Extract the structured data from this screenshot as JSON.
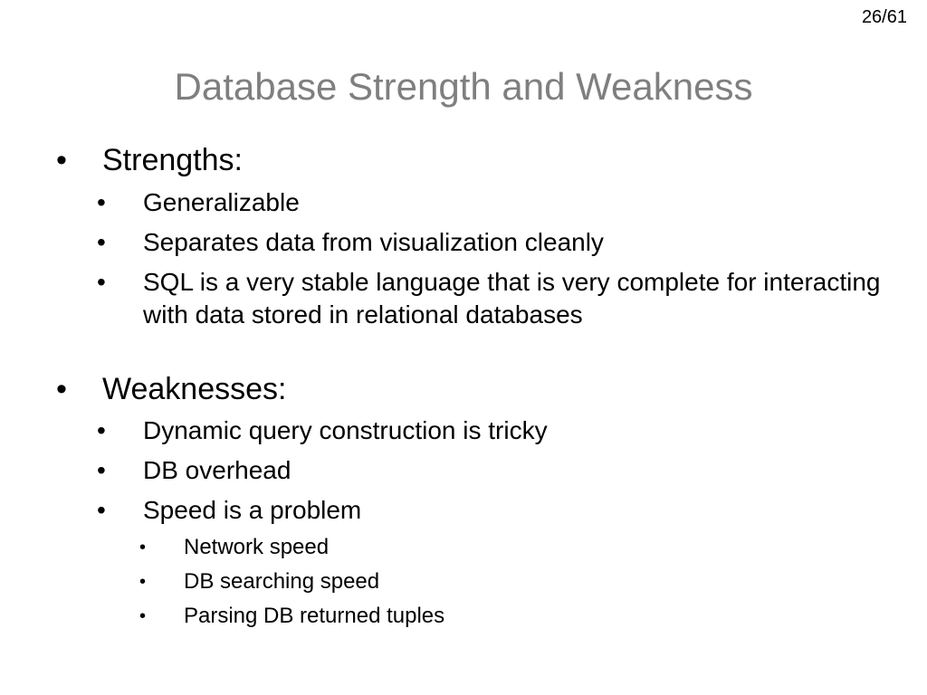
{
  "slide": {
    "page_number": "26/61",
    "title": "Database Strength and Weakness"
  },
  "bullet_glyph": "•",
  "strengths": {
    "heading": "Strengths:",
    "items": [
      "Generalizable",
      "Separates data from visualization cleanly",
      "SQL is a very stable language that is very complete for interacting with data stored in relational databases"
    ]
  },
  "weaknesses": {
    "heading": "Weaknesses:",
    "items": [
      "Dynamic query construction is tricky",
      "DB overhead",
      "Speed is a problem"
    ],
    "speed_subitems": [
      "Network speed",
      "DB searching speed",
      "Parsing DB returned tuples"
    ]
  }
}
